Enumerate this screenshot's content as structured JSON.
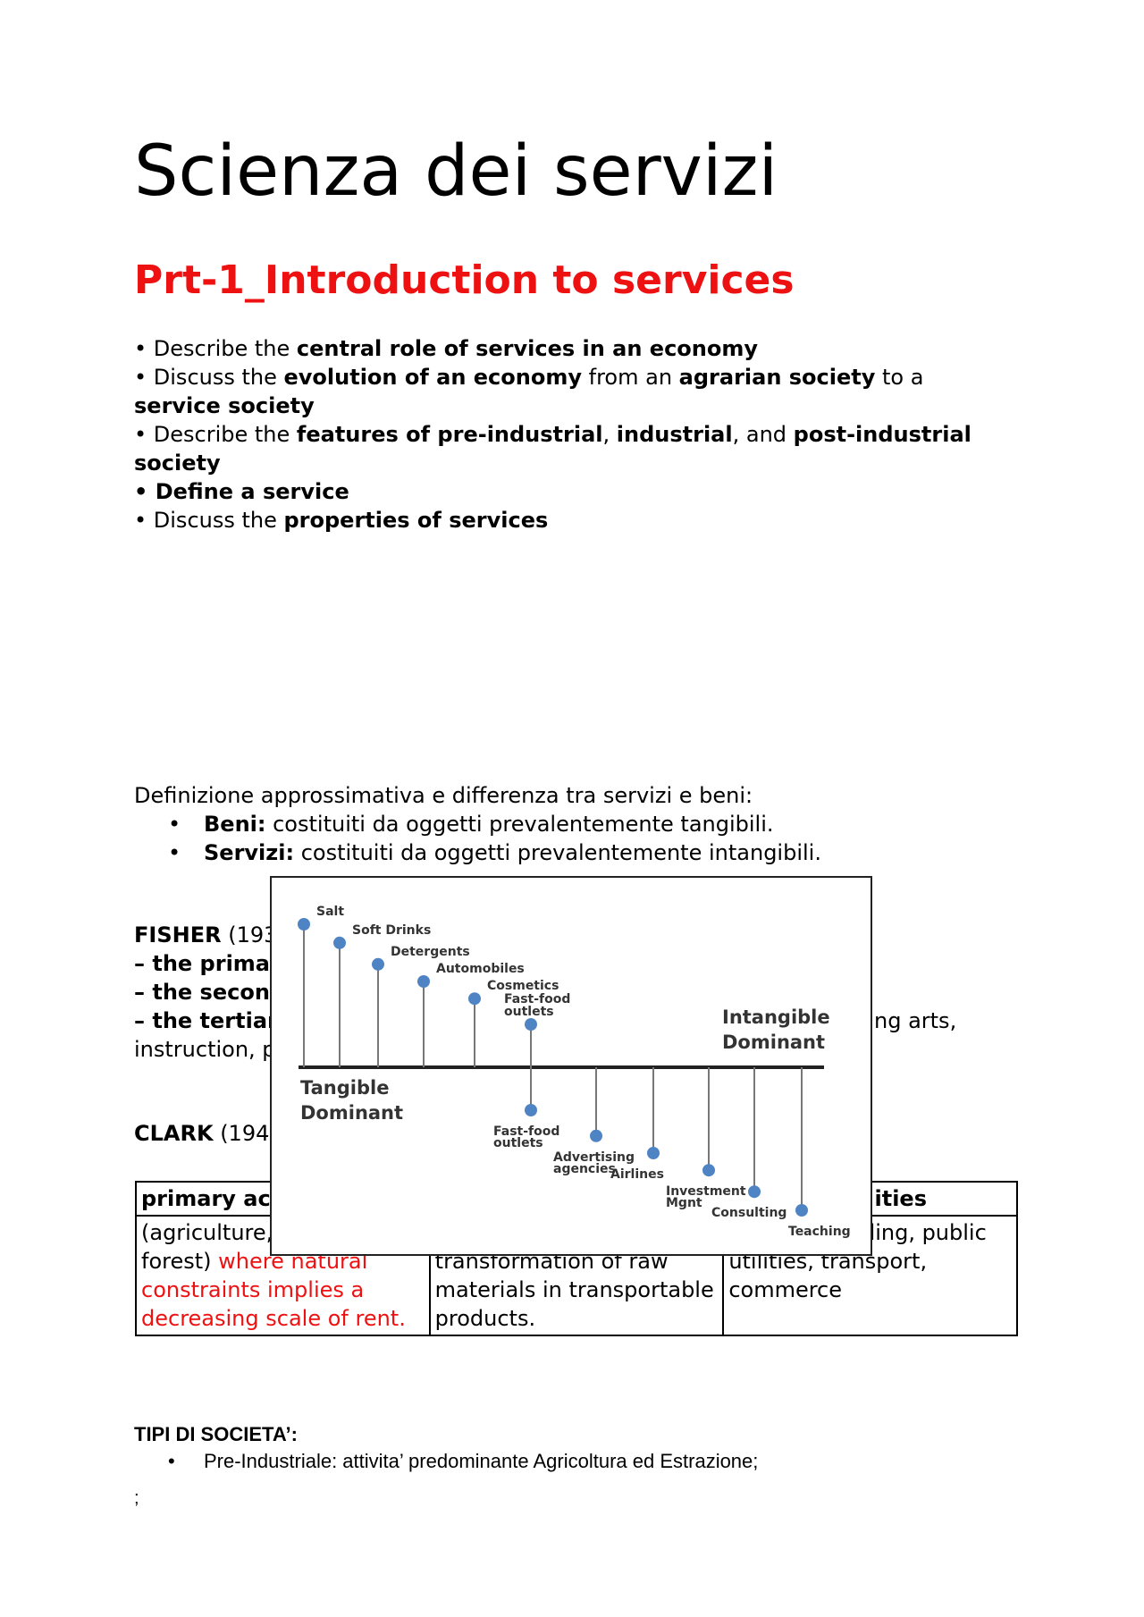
{
  "title": "Scienza dei servizi",
  "subtitle": "Prt-1_Introduction to services",
  "goals": [
    {
      "pre": "• Describe the ",
      "b1": "central role of services in an economy"
    },
    {
      "pre": "• Discuss the ",
      "b1": "evolution of an economy",
      "mid": " from an ",
      "b2": "agrarian society",
      "post": " to a"
    },
    {
      "b1": "service society"
    },
    {
      "pre": "• Describe the ",
      "b1": "features of pre-industrial",
      "mid": ", ",
      "b2": "industrial",
      "mid2": ", and ",
      "b3": "post-industrial"
    },
    {
      "b1": "society"
    },
    {
      "b1": "• Define a service"
    },
    {
      "pre": "• Discuss the ",
      "b1": "properties of services"
    }
  ],
  "definitions": {
    "intro": "Definizione approssimativa e differenza tra servizi e beni:",
    "items": [
      {
        "term": "Beni:",
        "text": " costituiti da oggetti prevalentemente tangibili."
      },
      {
        "term": "Servizi:",
        "text": " costituiti da oggetti prevalentemente intangibili."
      }
    ]
  },
  "fisher": {
    "r1_b": "FISHER",
    "r1": " (193",
    "r2_b": "– the prima",
    "r3_pre": "– t",
    "r3_b": "he second",
    "r4_b": "– the tertiar",
    "r4_right": "ng arts,",
    "r5": "instruction, p"
  },
  "clark": {
    "b": "CLARK",
    "text": " (194"
  },
  "table": {
    "headers": [
      "primary ac",
      "",
      "ities"
    ],
    "cells": [
      {
        "plain": "(agriculture,",
        "plain2": "forest) ",
        "red": "where natural constraints implies a decreasing scale of rent."
      },
      {
        "plain": "operations of transformation of raw materials in transportable products."
      },
      {
        "plain": "dicrafts, building, public utilities, transport, commerce"
      }
    ]
  },
  "tipi": {
    "heading": "TIPI DI SOCIETA’:",
    "items": [
      "Pre-Industriale: attivita’ predominante Agricoltura ed Estrazione;"
    ]
  },
  "semicolon": ";",
  "figure": {
    "tangible_label": [
      "Tangible",
      "Dominant"
    ],
    "intangible_label": [
      "Intangible",
      "Dominant"
    ],
    "tangible_items": [
      {
        "label": "Salt",
        "level": 1.0
      },
      {
        "label": "Soft Drinks",
        "level": 0.87
      },
      {
        "label": "Detergents",
        "level": 0.72
      },
      {
        "label": "Automobiles",
        "level": 0.6
      },
      {
        "label": "Cosmetics",
        "level": 0.48
      },
      {
        "label": "Fast-food outlets",
        "level": 0.3
      }
    ],
    "intangible_items": [
      {
        "label": "Fast-food outlets",
        "level": 0.3
      },
      {
        "label": "Advertising agencies",
        "level": 0.48
      },
      {
        "label": "Airlines",
        "level": 0.6
      },
      {
        "label": "Investment Mgnt",
        "level": 0.72
      },
      {
        "label": "Consulting",
        "level": 0.87
      },
      {
        "label": "Teaching",
        "level": 1.0
      }
    ],
    "colors": {
      "dot": "#4f84c4",
      "line": "#777777",
      "axis": "#222222"
    }
  }
}
